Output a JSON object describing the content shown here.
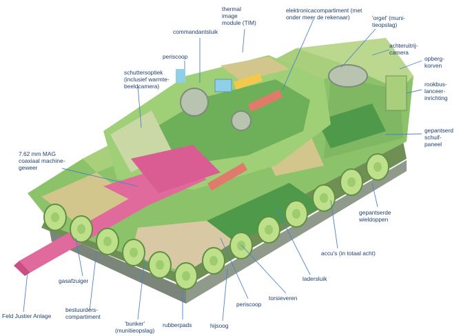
{
  "colors": {
    "leader": "#4a82c8",
    "label_text": "#1f3f6e",
    "camo_green": "#8cc36a",
    "camo_dark": "#4f9a4a",
    "camo_tan": "#d3c68c",
    "barrel_pink": "#e06a9c",
    "wheel_green": "#bfe08a",
    "track_gray": "#8f9a8a"
  },
  "labels": {
    "commandantsluik": [
      "commandantsluik"
    ],
    "tim": [
      "thermal",
      "image",
      "module (TIM)"
    ],
    "elektronica": [
      "elektronicacompartiment (met",
      "onder meer de rekenaar)"
    ],
    "orgel": [
      "'orgel' (muni-",
      "tieopslag)"
    ],
    "achteruitrij": [
      "achteruitrij-",
      "camera"
    ],
    "opberg": [
      "opberg-",
      "korven"
    ],
    "rookbus": [
      "rookbus-",
      "lanceer-",
      "inrichting"
    ],
    "periscoop_top": [
      "periscoop"
    ],
    "schuttersoptiek": [
      "schuttersoptiek",
      "(inclusief warmte-",
      "beeldcamera)"
    ],
    "gepantserd_schuifpaneel": [
      "gepantserd",
      "schuif-",
      "paneel"
    ],
    "mag": [
      "7.62 mm MAG",
      "coaxiaal machine-",
      "geweer"
    ],
    "wieldoppen": [
      "gepantserde",
      "wieldoppen"
    ],
    "accus": [
      "accu's (in totaal acht)"
    ],
    "ladersluik": [
      "ladersluik"
    ],
    "gasafzuiger": [
      "gasafzuiger"
    ],
    "torsieveren": [
      "torsieveren"
    ],
    "periscoop_bottom": [
      "periscoop"
    ],
    "feld": [
      "Feld Justier Anlage"
    ],
    "bestuurders": [
      "bestuurders-",
      "compartiment"
    ],
    "bunker": [
      "'bunker'",
      "(munitieopslag)"
    ],
    "rubberpads": [
      "rubberpads"
    ],
    "hijsoog": [
      "hijsoog"
    ]
  }
}
